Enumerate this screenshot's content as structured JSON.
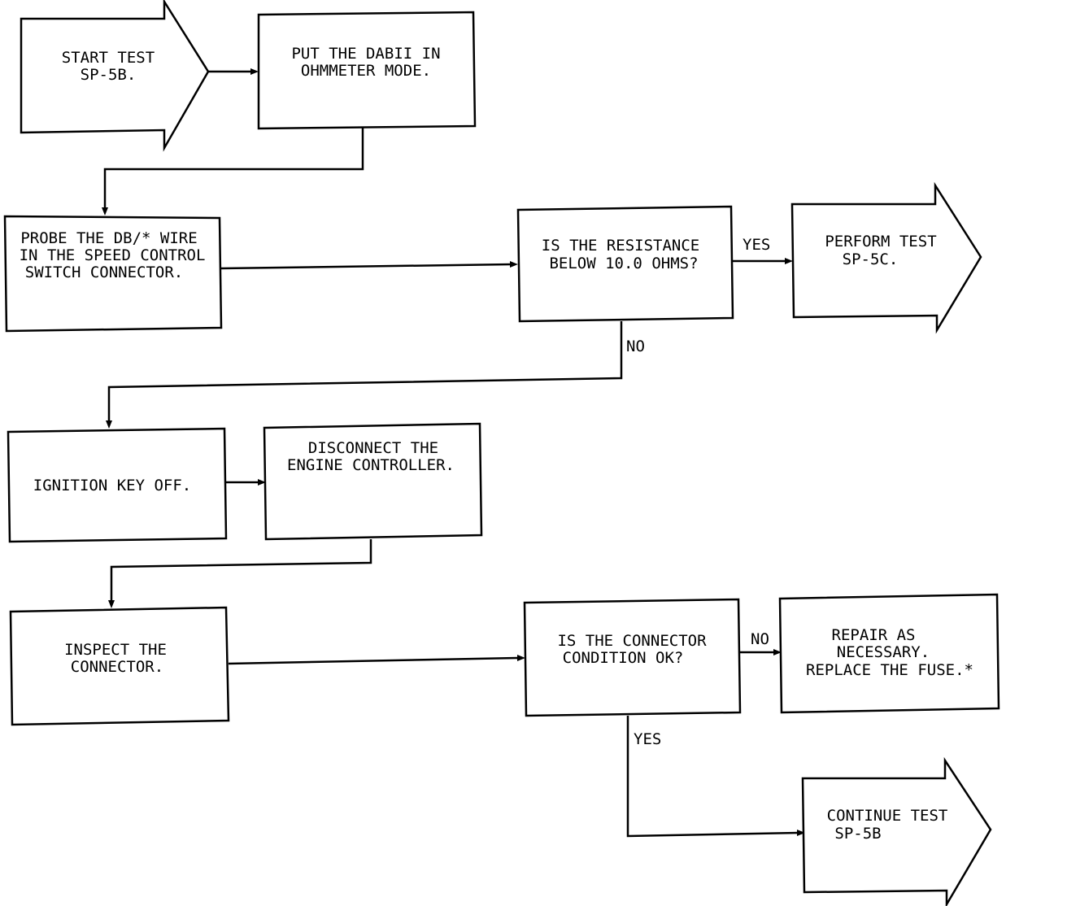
{
  "nodes": {
    "start": {
      "lines": [
        "START TEST",
        "SP-5B."
      ]
    },
    "put_dabii": {
      "lines": [
        "PUT THE DABII IN",
        "OHMMETER MODE."
      ]
    },
    "probe": {
      "lines": [
        "PROBE THE DB/* WIRE",
        "IN THE SPEED CONTROL",
        "SWITCH CONNECTOR."
      ]
    },
    "resistance": {
      "lines": [
        "IS THE RESISTANCE",
        "BELOW 10.0 OHMS?"
      ]
    },
    "perform": {
      "lines": [
        "PERFORM TEST",
        "SP-5C."
      ]
    },
    "ignition": {
      "lines": [
        "IGNITION KEY OFF."
      ]
    },
    "disconnect": {
      "lines": [
        "DISCONNECT THE",
        "ENGINE CONTROLLER."
      ]
    },
    "inspect": {
      "lines": [
        "INSPECT THE",
        "CONNECTOR."
      ]
    },
    "condition": {
      "lines": [
        "IS THE CONNECTOR",
        "CONDITION OK?"
      ]
    },
    "repair": {
      "lines": [
        "REPAIR AS",
        "NECESSARY.",
        "REPLACE THE FUSE.*"
      ]
    },
    "continue": {
      "lines": [
        "CONTINUE TEST",
        "SP-5B"
      ]
    }
  },
  "edge_labels": {
    "resistance_yes": "YES",
    "resistance_no": "NO",
    "condition_no": "NO",
    "condition_yes": "YES"
  }
}
